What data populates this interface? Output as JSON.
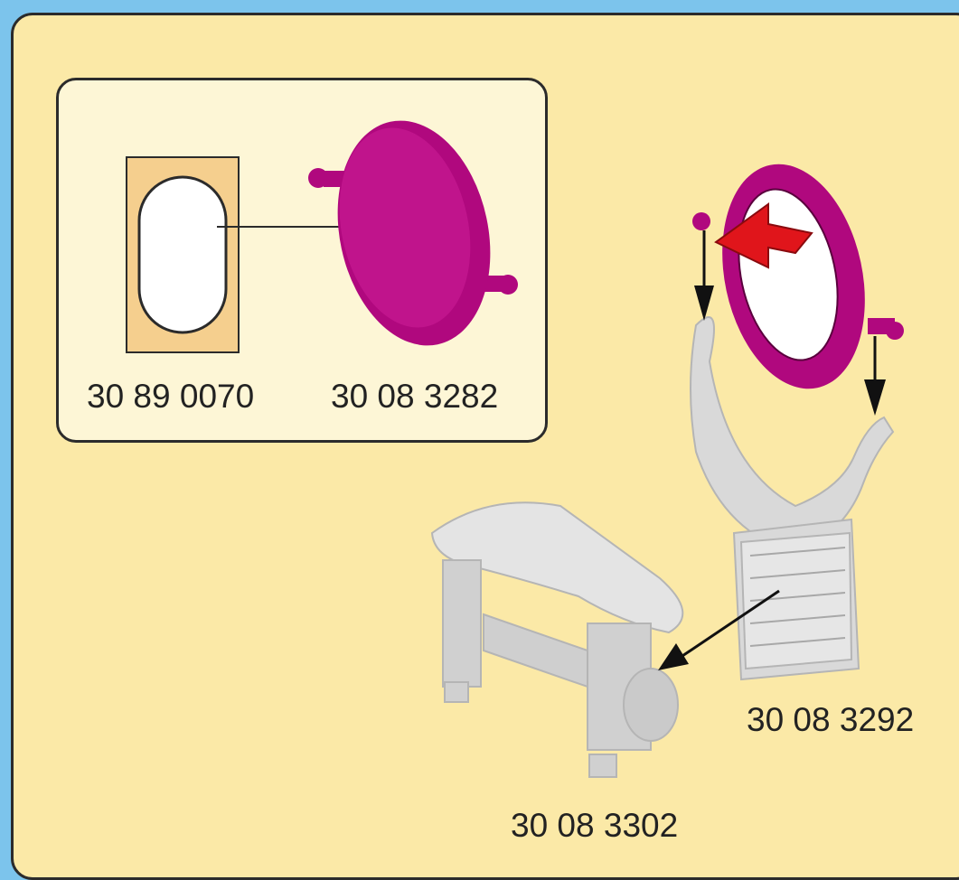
{
  "parts": {
    "sticker_label": "30 89 0070",
    "mirror_frame_label": "30 08 3282",
    "mirror_stand_label": "30 08 3292",
    "table_label": "30 08 3302"
  },
  "colors": {
    "background_border": "#7cc4ec",
    "panel": "#fbe9a7",
    "inset": "#fdf6d6",
    "magenta_part": "#b0087e",
    "grey_part": "#d6d6d6",
    "sticker_backing": "#f5cf8e",
    "arrow_red": "#e0151b"
  }
}
